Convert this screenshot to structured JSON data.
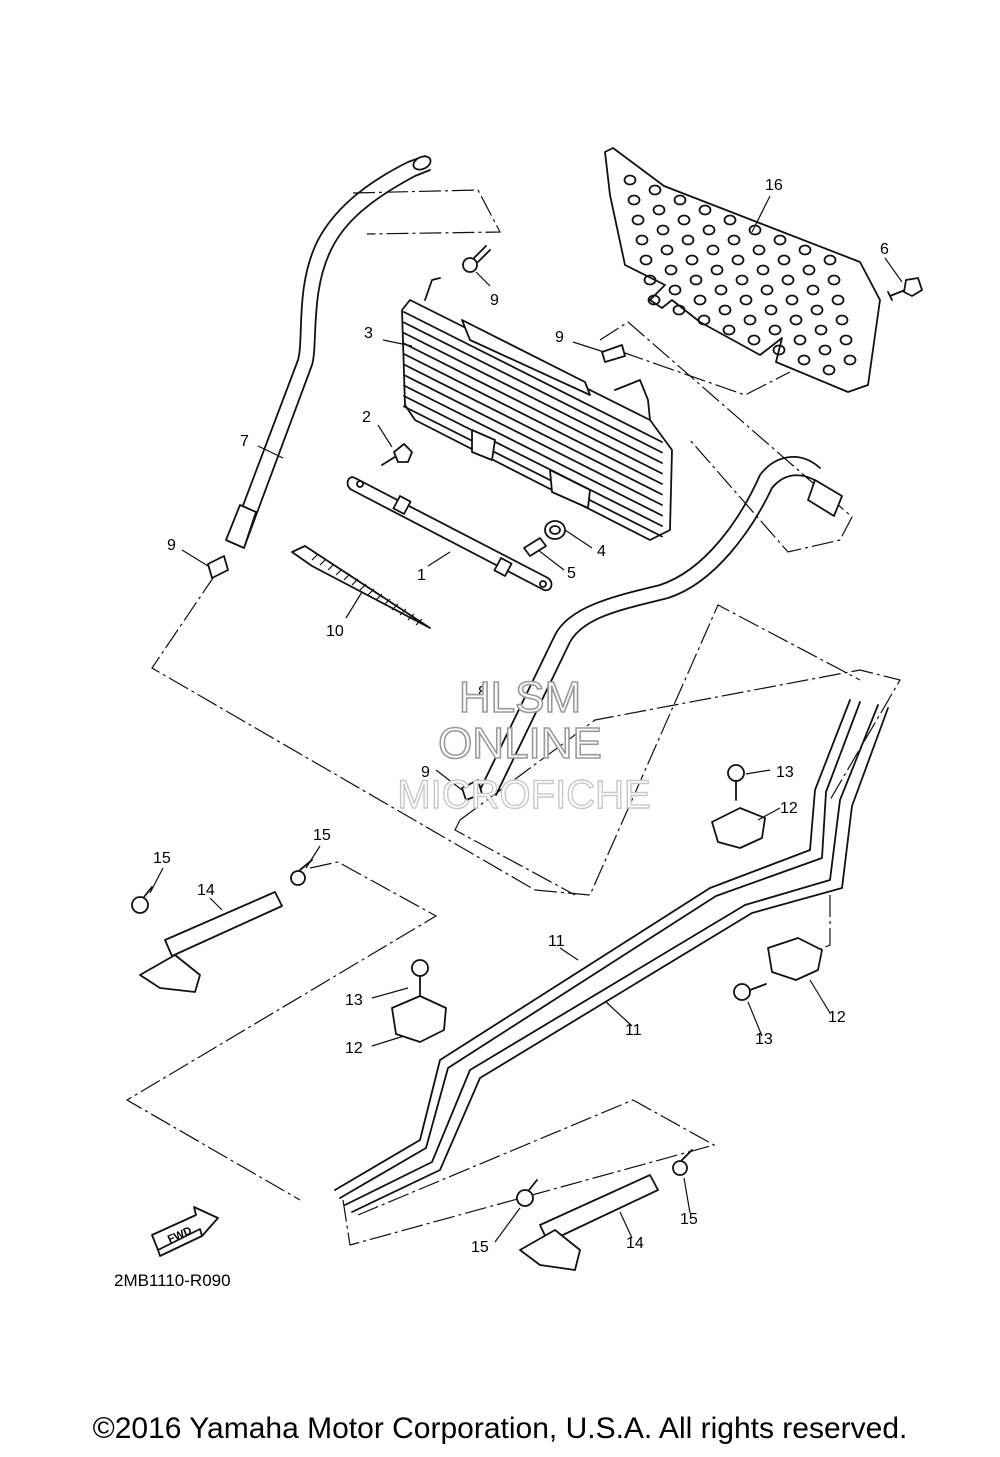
{
  "diagram": {
    "callouts": [
      "16",
      "6",
      "9",
      "3",
      "9",
      "7",
      "2",
      "9",
      "1",
      "4",
      "5",
      "10",
      "8",
      "9",
      "13",
      "12",
      "15",
      "15",
      "14",
      "11",
      "13",
      "12",
      "11",
      "13",
      "12",
      "15",
      "14",
      "15"
    ],
    "watermark": [
      "HLSM",
      "ONLINE",
      "MICROFICHE"
    ],
    "fwd_label": "FWD",
    "diagram_code": "2MB1110-R090"
  },
  "footer": {
    "copyright": "©2016 Yamaha Motor Corporation, U.S.A. All rights reserved."
  }
}
